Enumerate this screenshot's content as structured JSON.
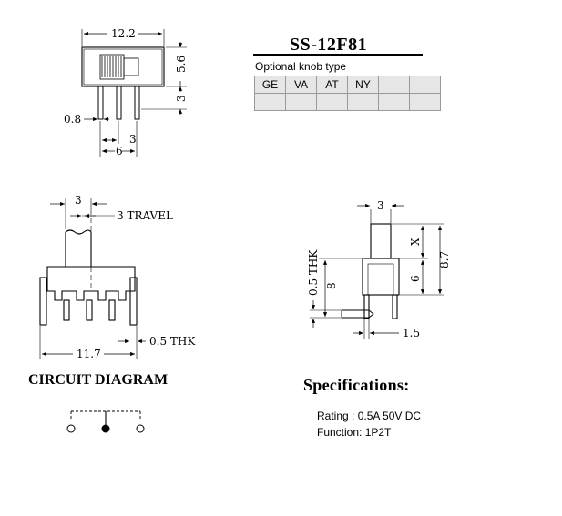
{
  "part_number": "SS-12F81",
  "knob_section": {
    "caption": "Optional knob type",
    "options": [
      "GE",
      "VA",
      "AT",
      "NY",
      "",
      ""
    ]
  },
  "top_view": {
    "width_dim": "12.2",
    "height_dim": "5.6",
    "pin_length_dim": "3",
    "pin_dia_dim": "0.8",
    "pin_pitch_dim": "3",
    "pin_span_dim": "6"
  },
  "front_view": {
    "actuator_width_dim": "3",
    "travel_dim": "3 TRAVEL",
    "body_width_dim": "11.7",
    "thickness_dim": "0.5 THK"
  },
  "side_view": {
    "actuator_width_dim": "3",
    "actuator_height_dim": "X",
    "body_height_dim": "6",
    "total_height_dim": "8.7",
    "pin_height_dim": "8",
    "thickness_dim": "0.5 THK",
    "offset_dim": "1.5"
  },
  "circuit": {
    "title": "CIRCUIT DIAGRAM"
  },
  "specifications": {
    "title": "Specifications:",
    "rating": "Rating : 0.5A 50V DC",
    "function": "Function: 1P2T"
  }
}
